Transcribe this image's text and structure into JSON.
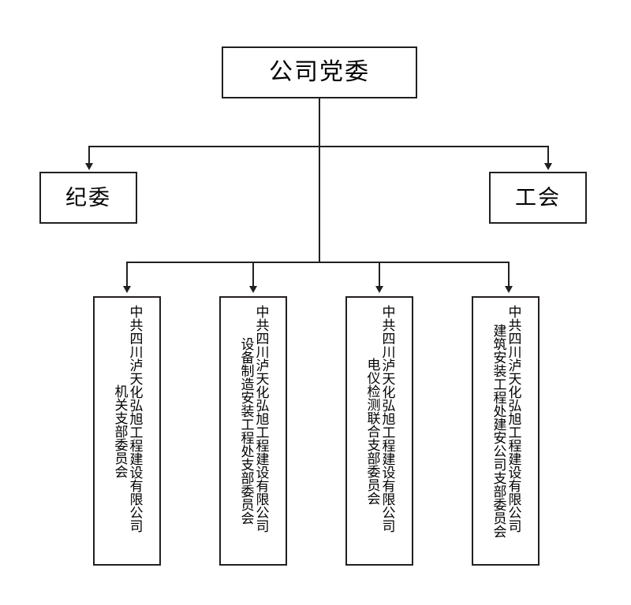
{
  "diagram": {
    "type": "organizational-chart",
    "title_text": "公司党委",
    "root": {
      "label": "公司党委"
    },
    "level2": [
      {
        "label": "纪委"
      },
      {
        "label": "工会"
      }
    ],
    "branches": [
      {
        "company": "中共四川泸天化弘旭工程建设有限公司",
        "unit": "机关支部委员会"
      },
      {
        "company": "中共四川泸天化弘旭工程建设有限公司",
        "unit": "设备制造安装工程处支部委员会"
      },
      {
        "company": "中共四川泸天化弘旭工程建设有限公司",
        "unit": "电仪检测联合支部委员会"
      },
      {
        "company": "中共四川泸天化弘旭工程建设有限公司",
        "unit": "建筑安装工程处建安公司支部委员会"
      }
    ],
    "colors": {
      "line": "#231f20",
      "text": "#000000",
      "background": "#ffffff"
    }
  }
}
